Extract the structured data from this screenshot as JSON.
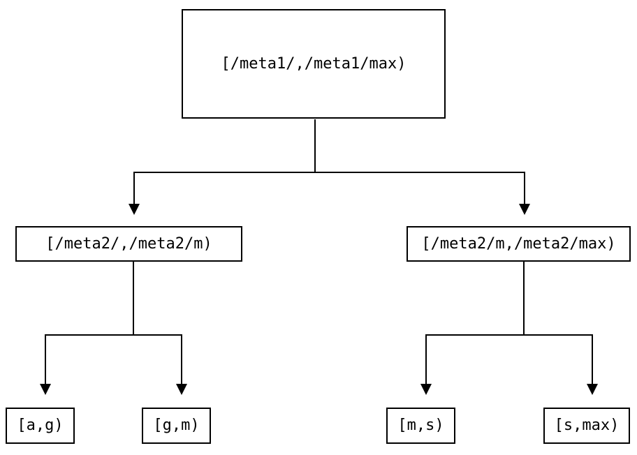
{
  "diagram": {
    "type": "tree",
    "description": "Key-range partition tree",
    "colors": {
      "background": "#ffffff",
      "line": "#000000",
      "box_border": "#000000",
      "text": "#000000"
    },
    "nodes": {
      "root": {
        "label": "[/meta1/,/meta1/max)"
      },
      "left": {
        "label": "[/meta2/,/meta2/m)"
      },
      "right": {
        "label": "[/meta2/m,/meta2/max)"
      },
      "ag": {
        "label": "[a,g)"
      },
      "gm": {
        "label": "[g,m)"
      },
      "ms": {
        "label": "[m,s)"
      },
      "smax": {
        "label": "[s,max)"
      }
    },
    "edges": [
      {
        "from": "root",
        "to": "left"
      },
      {
        "from": "root",
        "to": "right"
      },
      {
        "from": "left",
        "to": "ag"
      },
      {
        "from": "left",
        "to": "gm"
      },
      {
        "from": "right",
        "to": "ms"
      },
      {
        "from": "right",
        "to": "smax"
      }
    ]
  }
}
